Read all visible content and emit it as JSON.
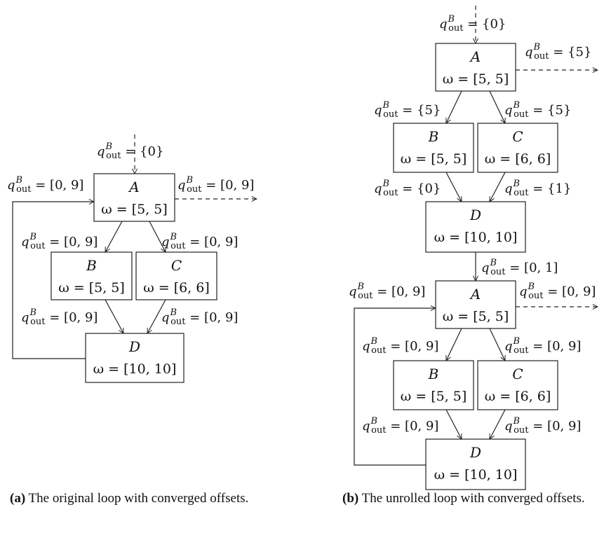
{
  "diagram_a": {
    "entry": {
      "label": "{0}"
    },
    "nodes": [
      {
        "id": "a_A",
        "name": "A",
        "omega": "ω = [5, 5]"
      },
      {
        "id": "a_B",
        "name": "B",
        "omega": "ω = [5, 5]"
      },
      {
        "id": "a_C",
        "name": "C",
        "omega": "ω = [6, 6]"
      },
      {
        "id": "a_D",
        "name": "D",
        "omega": "ω = [10, 10]"
      }
    ],
    "edges": [
      {
        "id": "a_back",
        "label": "[0, 9]"
      },
      {
        "id": "a_exit",
        "label": "[0, 9]"
      },
      {
        "id": "a_AB",
        "label": "[0, 9]"
      },
      {
        "id": "a_AC",
        "label": "[0, 9]"
      },
      {
        "id": "a_BD",
        "label": "[0, 9]"
      },
      {
        "id": "a_CD",
        "label": "[0, 9]"
      }
    ],
    "caption": {
      "tag": "(a)",
      "text": "The original loop with converged offsets."
    }
  },
  "diagram_b": {
    "entry": {
      "label": "{0}"
    },
    "nodes": [
      {
        "id": "b_A1",
        "name": "A",
        "omega": "ω = [5, 5]"
      },
      {
        "id": "b_B1",
        "name": "B",
        "omega": "ω = [5, 5]"
      },
      {
        "id": "b_C1",
        "name": "C",
        "omega": "ω = [6, 6]"
      },
      {
        "id": "b_D1",
        "name": "D",
        "omega": "ω = [10, 10]"
      },
      {
        "id": "b_A2",
        "name": "A",
        "omega": "ω = [5, 5]"
      },
      {
        "id": "b_B2",
        "name": "B",
        "omega": "ω = [5, 5]"
      },
      {
        "id": "b_C2",
        "name": "C",
        "omega": "ω = [6, 6]"
      },
      {
        "id": "b_D2",
        "name": "D",
        "omega": "ω = [10, 10]"
      }
    ],
    "edges": [
      {
        "id": "b_exit1",
        "label": "{5}"
      },
      {
        "id": "b_A1B1",
        "label": "{5}"
      },
      {
        "id": "b_A1C1",
        "label": "{5}"
      },
      {
        "id": "b_B1D1",
        "label": "{0}"
      },
      {
        "id": "b_C1D1",
        "label": "{1}"
      },
      {
        "id": "b_D1A2",
        "label": "[0, 1]"
      },
      {
        "id": "b_back",
        "label": "[0, 9]"
      },
      {
        "id": "b_exit2",
        "label": "[0, 9]"
      },
      {
        "id": "b_A2B2",
        "label": "[0, 9]"
      },
      {
        "id": "b_A2C2",
        "label": "[0, 9]"
      },
      {
        "id": "b_B2D2",
        "label": "[0, 9]"
      },
      {
        "id": "b_C2D2",
        "label": "[0, 9]"
      }
    ],
    "caption": {
      "tag": "(b)",
      "text": "The unrolled loop with converged offsets."
    }
  },
  "notation": {
    "q": "q",
    "sup": "B",
    "sub": "out",
    "eq": "="
  }
}
